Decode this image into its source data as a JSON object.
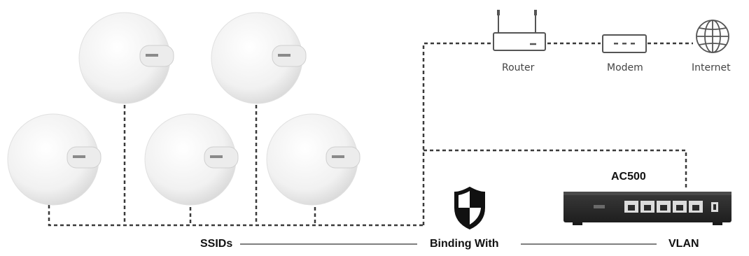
{
  "devices": {
    "router_label": "Router",
    "modem_label": "Modem",
    "internet_label": "Internet",
    "controller_label": "AC500"
  },
  "legend": {
    "left": "SSIDs",
    "middle": "Binding With",
    "right": "VLAN"
  },
  "access_points": [
    {
      "id": "ap-1"
    },
    {
      "id": "ap-2"
    },
    {
      "id": "ap-3"
    },
    {
      "id": "ap-4"
    },
    {
      "id": "ap-5"
    }
  ],
  "icons": {
    "shield": "shield-icon",
    "globe": "globe-icon",
    "router": "router-icon",
    "modem": "modem-icon"
  },
  "colors": {
    "line": "#3a3a3a",
    "device_outline": "#555555",
    "controller_body": "#2b2b2b",
    "shield": "#111111"
  }
}
